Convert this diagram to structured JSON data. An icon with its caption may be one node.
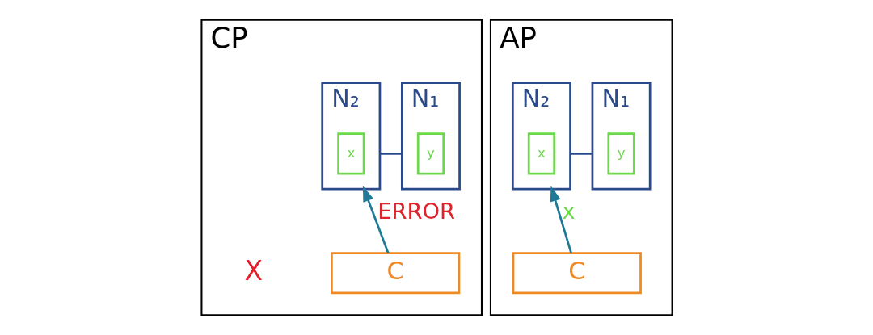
{
  "diagram": {
    "nodes": [
      {
        "text": [
          "CP"
        ]
      },
      {
        "text": [
          "N₁"
        ],
        "in": 0
      },
      {
        "text": [
          "y"
        ],
        "in": 1
      },
      {
        "text": [
          "N₂"
        ],
        "in": 0
      },
      {
        "text": [
          "x"
        ],
        "in": 3
      },
      {
        "text": [
          "C"
        ],
        "in": 0
      },
      {
        "text": [
          "AP"
        ]
      },
      {
        "text": [
          "N₁"
        ],
        "in": 6
      },
      {
        "text": [
          "y"
        ],
        "in": 7
      },
      {
        "text": [
          "N₂"
        ],
        "in": 6
      },
      {
        "text": [
          "x"
        ],
        "in": 9
      },
      {
        "text": [
          "C"
        ],
        "in": 6
      }
    ],
    "edges": [
      {
        "from": 1,
        "to": 3,
        "arrow": "none",
        "color": "#2b4a8b"
      },
      {
        "from": 5,
        "to": 3,
        "arrow": "to",
        "label": "ERROR",
        "color": "#1f7a96"
      },
      {
        "from": 7,
        "to": 9,
        "arrow": "none",
        "color": "#2b4a8b"
      },
      {
        "from": 11,
        "to": 9,
        "arrow": "to",
        "label": "x",
        "color": "#1f7a96"
      }
    ],
    "labels": [
      "X"
    ]
  }
}
